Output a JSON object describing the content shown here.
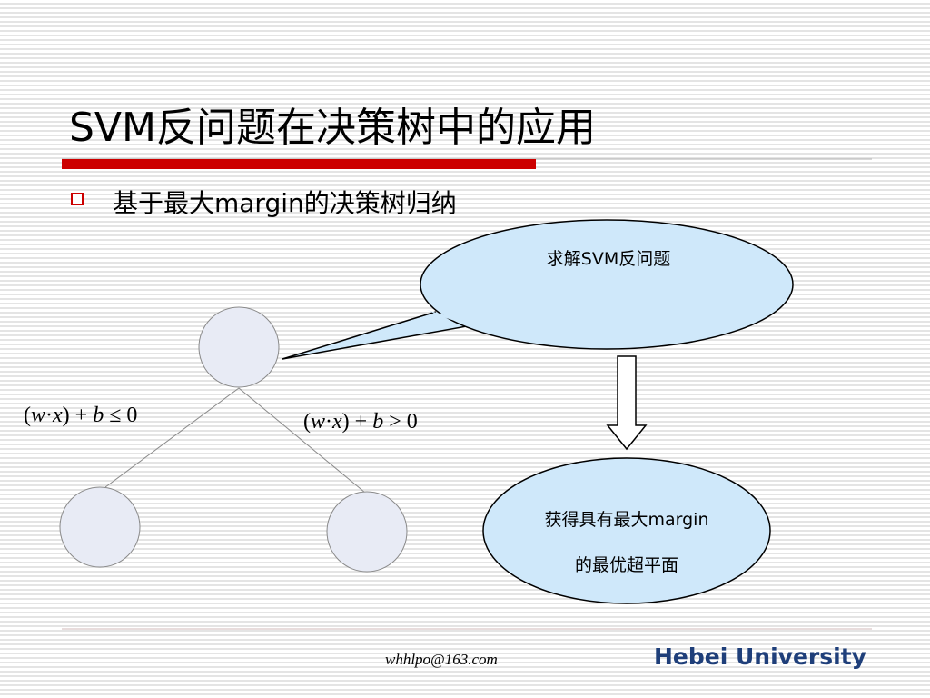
{
  "slide": {
    "title": "SVM反问题在决策树中的应用",
    "bullet_text": "基于最大margin的决策树归纳"
  },
  "tree": {
    "left_condition": {
      "open": "(",
      "w": "w",
      "dot": "·",
      "x": "x",
      "rest": ") + ",
      "b": "b",
      "cmp": " ≤ 0"
    },
    "right_condition": {
      "open": "(",
      "w": "w",
      "dot": "·",
      "x": "x",
      "rest": ") + ",
      "b": "b",
      "cmp": " > 0"
    }
  },
  "callout": {
    "text": "求解SVM反问题"
  },
  "result": {
    "line1": "获得具有最大margin",
    "line2": "的最优超平面"
  },
  "footer": {
    "email": "whhlpo@163.com",
    "university": "Hebei University"
  },
  "colors": {
    "title_bar_red": "#cc0000",
    "bullet_red": "#cc0000",
    "node_fill": "#e8ebf5",
    "bubble_fill": "#cfe8fa",
    "university_blue": "#1f3f7a"
  }
}
